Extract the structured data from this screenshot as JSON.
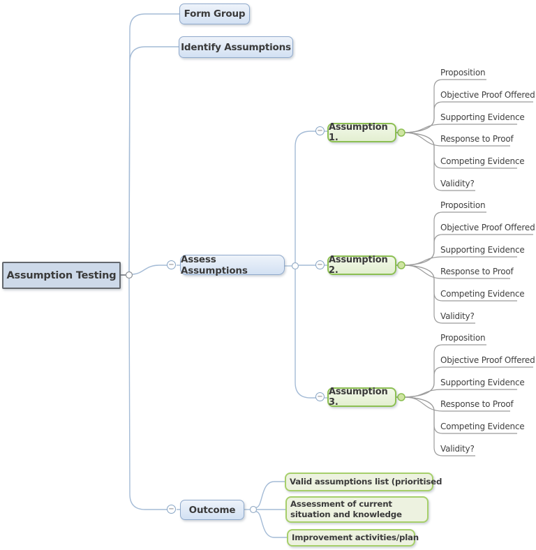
{
  "root": {
    "label": "Assumption Testing"
  },
  "branches": {
    "form_group": {
      "label": "Form Group"
    },
    "identify_assumptions": {
      "label": "Identify Assumptions"
    },
    "assess_assumptions": {
      "label": "Assess Assumptions"
    },
    "outcome": {
      "label": "Outcome"
    }
  },
  "assumptions": [
    {
      "label": "Assumption 1.",
      "leaves": [
        "Proposition",
        "Objective Proof Offered",
        "Supporting Evidence",
        "Response to Proof",
        "Competing Evidence",
        "Validity?"
      ]
    },
    {
      "label": "Assumption 2.",
      "leaves": [
        "Proposition",
        "Objective Proof Offered",
        "Supporting Evidence",
        "Response to Proof",
        "Competing Evidence",
        "Validity?"
      ]
    },
    {
      "label": "Assumption 3.",
      "leaves": [
        "Proposition",
        "Objective Proof Offered",
        "Supporting Evidence",
        "Response to Proof",
        "Competing Evidence",
        "Validity?"
      ]
    }
  ],
  "outcome_items": [
    "Valid assumptions list (prioritised",
    "Assessment of current situation and knowledge",
    "Improvement activities/plan"
  ],
  "controls": {
    "collapse_glyph": "−"
  },
  "colors": {
    "root_fill": "#cdd9e9",
    "root_border": "#63676d",
    "blue_node_fill": "#d9e5f4",
    "blue_node_border": "#8fa9cb",
    "green_node_fill": "#e9f2db",
    "green_node_border": "#8cbf52",
    "outcome_item_fill": "#edf2e0",
    "outcome_item_border": "#a6cf6a",
    "branch_line": "#a4bbd6",
    "leaf_line": "#9b9b9b",
    "text": "#3a3a3a"
  }
}
